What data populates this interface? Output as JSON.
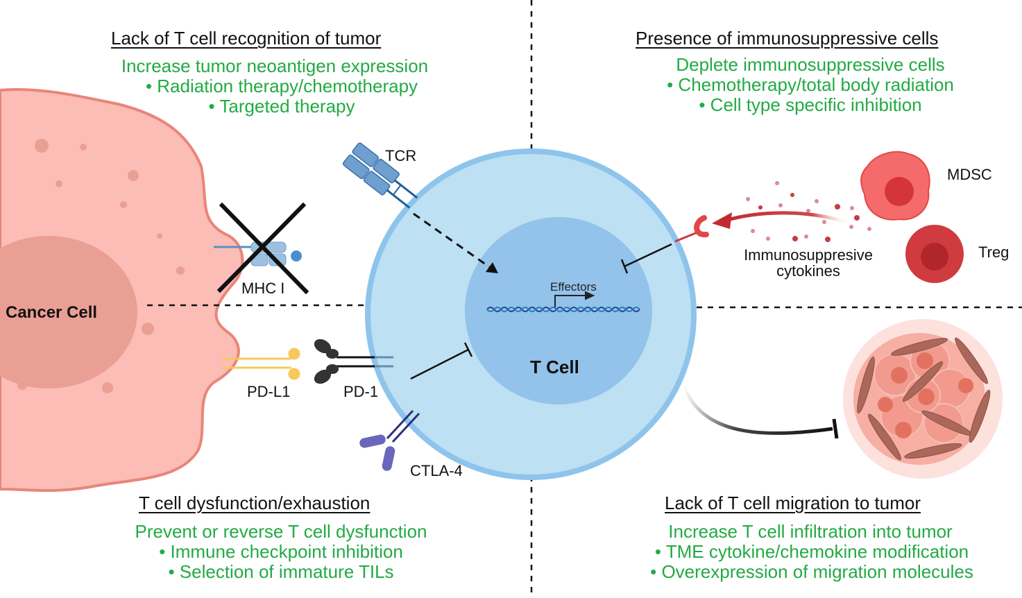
{
  "quadrants": {
    "top_left": {
      "heading": "Lack of T cell recognition of tumor",
      "strategy": "Increase tumor neoantigen expression",
      "bullets": [
        "• Radiation therapy/chemotherapy",
        "• Targeted therapy"
      ]
    },
    "top_right": {
      "heading": "Presence of immunosuppressive cells",
      "strategy": "Deplete immunosuppressive cells",
      "bullets": [
        "• Chemotherapy/total body radiation",
        "• Cell type specific inhibition"
      ]
    },
    "bottom_left": {
      "heading": "T cell dysfunction/exhaustion",
      "strategy": "Prevent or reverse T cell dysfunction",
      "bullets": [
        "• Immune checkpoint inhibition",
        "• Selection of immature TILs"
      ]
    },
    "bottom_right": {
      "heading": "Lack of T cell migration to tumor",
      "strategy": "Increase T cell infiltration into tumor",
      "bullets": [
        "• TME cytokine/chemokine modification",
        "• Overexpression of migration molecules"
      ]
    }
  },
  "labels": {
    "cancer_cell": "Cancer Cell",
    "t_cell": "T Cell",
    "effectors": "Effectors",
    "tcr": "TCR",
    "mhc": "MHC I",
    "pdl1": "PD-L1",
    "pd1": "PD-1",
    "ctla4": "CTLA-4",
    "mdsc": "MDSC",
    "treg": "Treg",
    "cytokines_line1": "Immunosuppresive",
    "cytokines_line2": "cytokines"
  },
  "colors": {
    "strategy_green": "#22aa44",
    "cancer_fill": "#fbbdb6",
    "cancer_stroke": "#e9857a",
    "t_cell_outer": "#bde0f2",
    "t_cell_border": "#8ec4ec",
    "t_cell_nucleus": "#93c2ea",
    "mdsc": "#f56a6a",
    "treg": "#cf3b3f"
  }
}
